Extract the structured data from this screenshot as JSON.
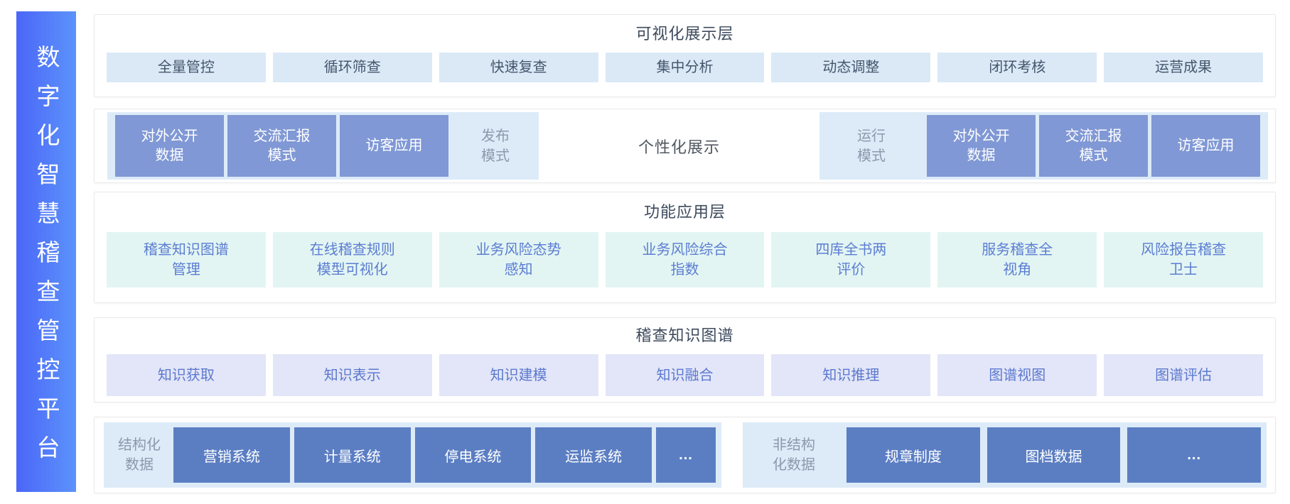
{
  "platform_title": "数字化智慧稽查管控平台",
  "colors": {
    "sidebar_gradient_start": "#4b66f8",
    "sidebar_gradient_end": "#5c93fa",
    "layer1_item_bg": "#dbe9f7",
    "mode_box_bg": "#8098d5",
    "group_panel_bg": "#ddebf8",
    "layer3_item_bg": "#e2f5f3",
    "layer4_item_bg": "#e3e6f8",
    "source_box_bg": "#5b7ec3",
    "item_text_blue": "#5c7dd2",
    "title_text": "#3d4a5c"
  },
  "layers": {
    "visualization": {
      "title": "可视化展示层",
      "items": [
        "全量管控",
        "循环筛查",
        "快速复查",
        "集中分析",
        "动态调整",
        "闭环考核",
        "运营成果"
      ]
    },
    "display_modes": {
      "left_boxes": [
        "对外公开\n数据",
        "交流汇报\n模式",
        "访客应用"
      ],
      "left_label": "发布\n模式",
      "center_label": "个性化展示",
      "right_label": "运行\n模式",
      "right_boxes": [
        "对外公开\n数据",
        "交流汇报\n模式",
        "访客应用"
      ]
    },
    "function_application": {
      "title": "功能应用层",
      "items": [
        "稽查知识图谱\n管理",
        "在线稽查规则\n模型可视化",
        "业务风险态势\n感知",
        "业务风险综合\n指数",
        "四库全书两\n评价",
        "服务稽查全\n视角",
        "风险报告稽查\n卫士"
      ]
    },
    "knowledge_graph": {
      "title": "稽查知识图谱",
      "items": [
        "知识获取",
        "知识表示",
        "知识建模",
        "知识融合",
        "知识推理",
        "图谱视图",
        "图谱评估"
      ]
    },
    "data_sources": {
      "structured": {
        "label": "结构化\n数据",
        "boxes": [
          "营销系统",
          "计量系统",
          "停电系统",
          "运监系统",
          "..."
        ]
      },
      "unstructured": {
        "label": "非结构\n化数据",
        "boxes": [
          "规章制度",
          "图档数据",
          "..."
        ]
      }
    }
  }
}
